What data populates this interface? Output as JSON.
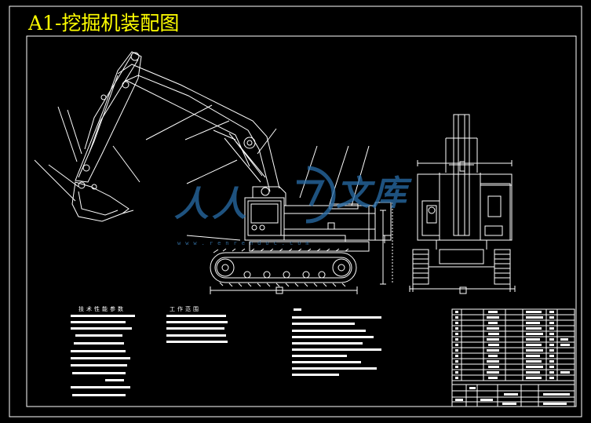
{
  "drawing": {
    "title": "A1-挖掘机装配图"
  },
  "notes": {
    "left_heading": "技术性能参数",
    "middle_heading": "工作范围"
  },
  "watermark": {
    "text_left": "人人",
    "text_right": "文库",
    "url": "www.renrendoc.com"
  },
  "colors": {
    "background": "#000000",
    "lines": "#ffffff",
    "title": "#ffff00",
    "watermark": "#2f6fa8"
  }
}
